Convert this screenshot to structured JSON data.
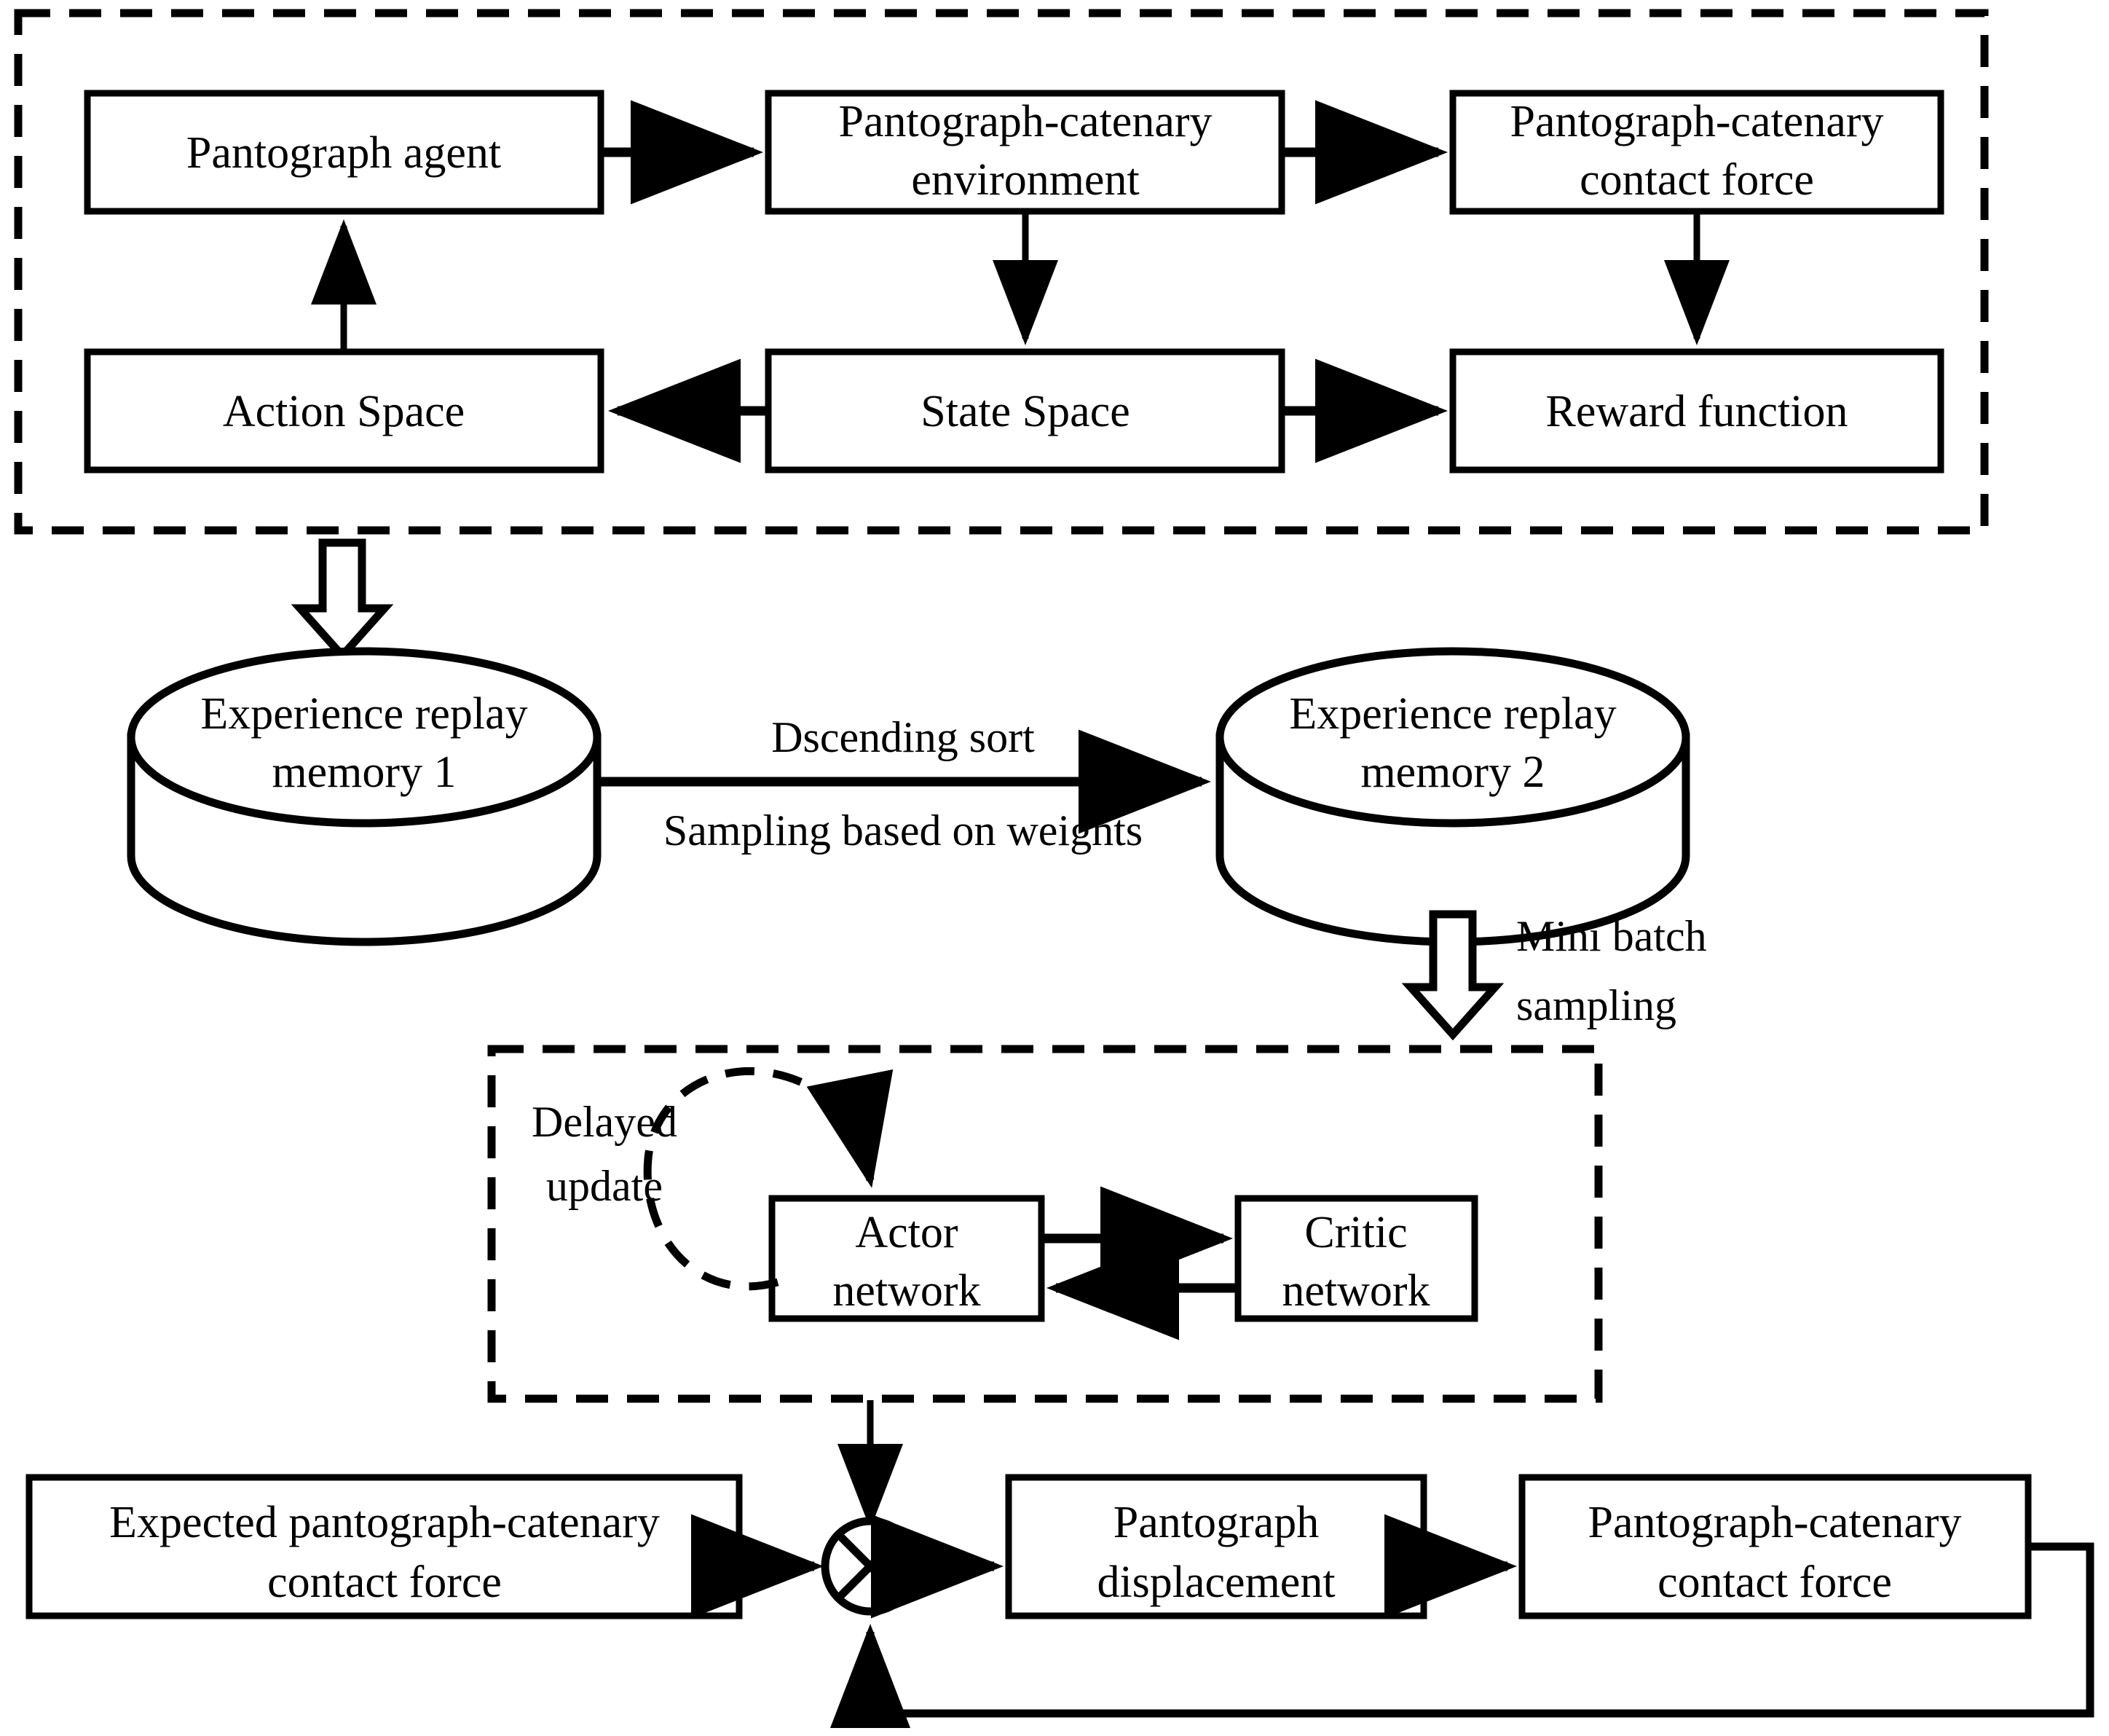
{
  "diagram": {
    "title": "Pantograph-catenary reinforcement learning control block diagram",
    "colors": {
      "stroke": "#000000",
      "fill": "#ffffff",
      "text": "#000000"
    },
    "groups": [
      {
        "id": "rl-environment-group",
        "style": "dashed",
        "label": ""
      },
      {
        "id": "td3-network-group",
        "style": "dashed",
        "label": ""
      }
    ],
    "nodes": {
      "pantograph_agent": {
        "label": "Pantograph agent",
        "shape": "rect"
      },
      "pc_environment": {
        "label_line1": "Pantograph-catenary",
        "label_line2": "environment",
        "shape": "rect"
      },
      "pc_contact_force_top": {
        "label_line1": "Pantograph-catenary",
        "label_line2": "contact force",
        "shape": "rect"
      },
      "action_space": {
        "label": "Action Space",
        "shape": "rect"
      },
      "state_space": {
        "label": "State Space",
        "shape": "rect"
      },
      "reward_function": {
        "label": "Reward function",
        "shape": "rect"
      },
      "memory1": {
        "label_line1": "Experience replay",
        "label_line2": "memory 1",
        "shape": "cylinder"
      },
      "memory2": {
        "label_line1": "Experience replay",
        "label_line2": "memory 2",
        "shape": "cylinder"
      },
      "actor_network": {
        "label_line1": "Actor",
        "label_line2": "network",
        "shape": "rect"
      },
      "critic_network": {
        "label_line1": "Critic",
        "label_line2": "network",
        "shape": "rect"
      },
      "expected_force": {
        "label_line1": "Expected pantograph-catenary",
        "label_line2": "contact force",
        "shape": "rect"
      },
      "summing_junction": {
        "label": "",
        "shape": "circle-cross"
      },
      "pantograph_displacement": {
        "label_line1": "Pantograph",
        "label_line2": "displacement",
        "shape": "rect"
      },
      "pc_contact_force_bottom": {
        "label_line1": "Pantograph-catenary",
        "label_line2": "contact force",
        "shape": "rect"
      }
    },
    "edge_labels": {
      "descending_sort": "Dscending sort",
      "sampling_weights": "Sampling based on weights",
      "mini_batch_line1": "Mini batch",
      "mini_batch_line2": "sampling",
      "delayed_update_line1": "Delayed",
      "delayed_update_line2": "update"
    }
  }
}
